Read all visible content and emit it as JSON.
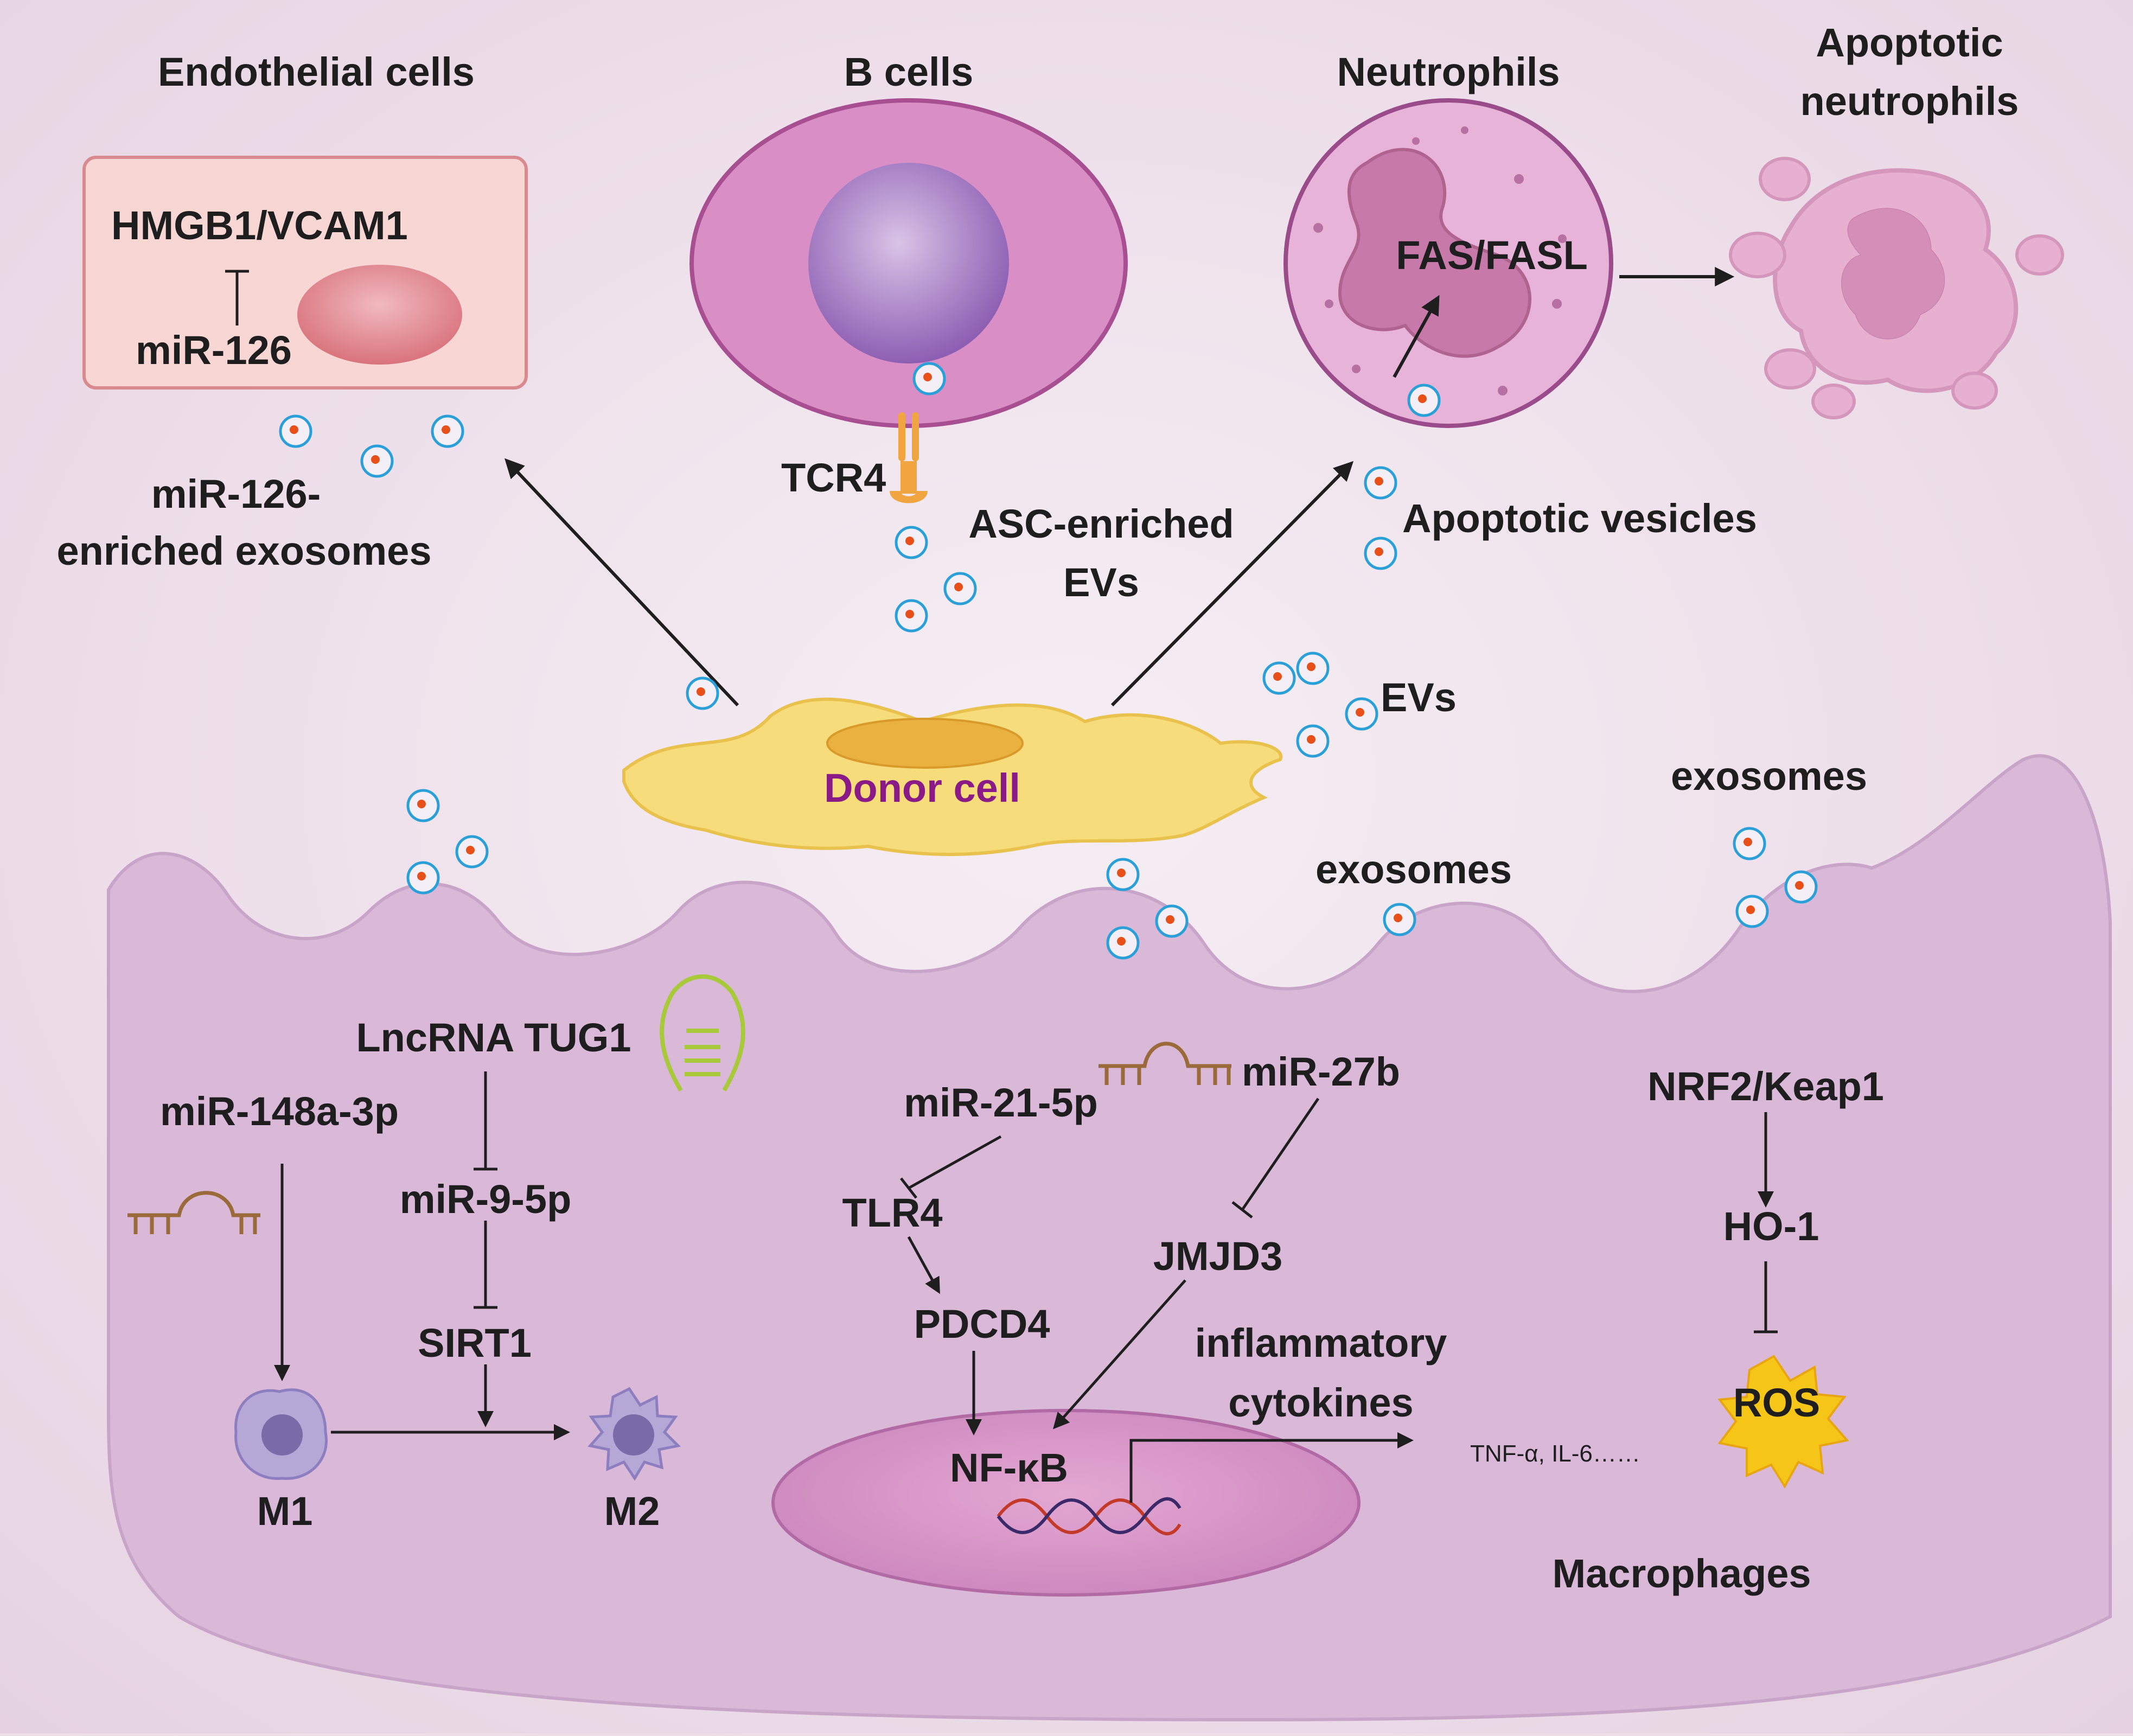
{
  "panel_titles": {
    "endothelial": "Endothelial cells",
    "b_cells": "B cells",
    "neutrophils": "Neutrophils",
    "apoptotic_neutrophils_line1": "Apoptotic",
    "apoptotic_neutrophils_line2": "neutrophils",
    "macrophages": "Macrophages"
  },
  "endothelial": {
    "target": "HMGB1/VCAM1",
    "mirna": "miR-126",
    "vesicle_label_line1": "miR-126-",
    "vesicle_label_line2": "enriched exosomes"
  },
  "b_cells": {
    "receptor": "TCR4",
    "vesicle_label_line1": "ASC-enriched",
    "vesicle_label_line2": "EVs"
  },
  "neutrophils": {
    "pathway": "FAS/FASL",
    "vesicle_label": "Apoptotic vesicles"
  },
  "donor": {
    "label": "Donor cell",
    "evs_label": "EVs",
    "exosomes_label_1": "exosomes",
    "exosomes_label_2": "exosomes"
  },
  "macrophage": {
    "lncrna": "LncRNA TUG1",
    "mir148": "miR-148a-3p",
    "mir9": "miR-9-5p",
    "sirt1": "SIRT1",
    "m1": "M1",
    "m2": "M2",
    "mir21": "miR-21-5p",
    "mir27": "miR-27b",
    "tlr4": "TLR4",
    "pdcd4": "PDCD4",
    "jmjd3": "JMJD3",
    "nfkb": "NF-κB",
    "cytokines_line1": "inflammatory",
    "cytokines_line2": "cytokines",
    "cytokine_list": "TNF-α, IL-6……",
    "nrf2": "NRF2/Keap1",
    "ho1": "HO-1",
    "ros": "ROS"
  },
  "colors": {
    "donor_cell_text": "#8a1a86",
    "vesicle_ring": "#2a9fd8",
    "vesicle_core": "#e8501a",
    "ros_burst": "#f5c518"
  }
}
